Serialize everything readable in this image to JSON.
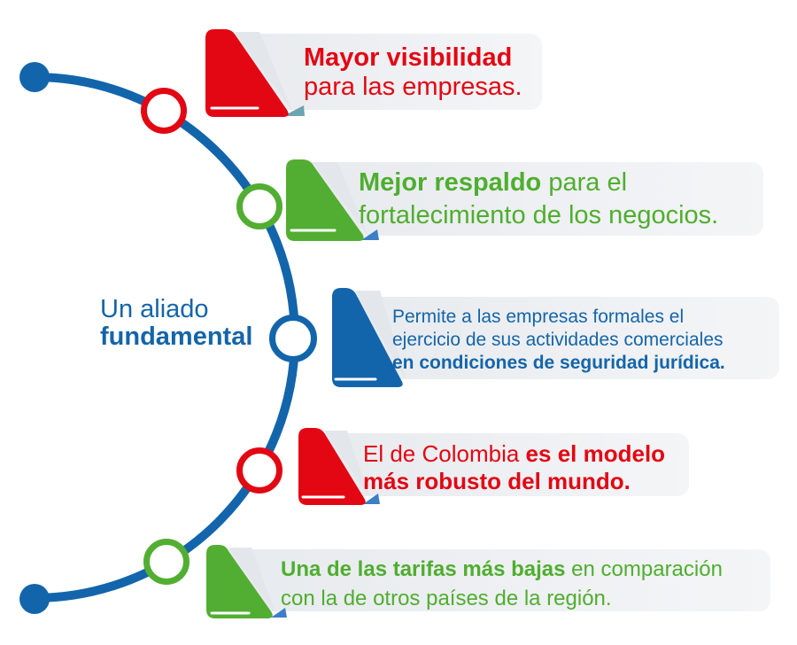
{
  "colors": {
    "blue": "#1365ab",
    "red": "#e30613",
    "green": "#52ae32",
    "text_blue": "#1465a9",
    "text_red": "#e30613",
    "text_green": "#4fae2f",
    "panel_gradient_left": "#e7eaee",
    "panel_gradient_right": "#f4f5f7",
    "fold_highlight": "#e3e6ea",
    "sliver_teal": "#6ba4b2",
    "sliver_blue": "#3b7fc4"
  },
  "side_label": {
    "line1": "Un aliado",
    "line2": "fundamental"
  },
  "callouts": [
    {
      "theme": "red",
      "line1_bold": "Mayor visibilidad",
      "line2_regular": "para las empresas."
    },
    {
      "theme": "green",
      "line1_bold": "Mejor respaldo",
      "line1_regular": " para el",
      "line2_regular": "fortalecimiento de los negocios."
    },
    {
      "theme": "blue",
      "line1_regular": "Permite a las empresas formales el",
      "line2_regular": "ejercicio de sus actividades comerciales",
      "line3_bold": "en condiciones de seguridad jurídica."
    },
    {
      "theme": "red",
      "line1_regular": "El de Colombia ",
      "line1_bold": "es el modelo",
      "line2_bold": "más robusto del mundo."
    },
    {
      "theme": "green",
      "line1_bold": "Una de las tarifas más bajas",
      "line1_regular": " en comparación",
      "line2_regular": "con la de otros países de la región."
    }
  ]
}
